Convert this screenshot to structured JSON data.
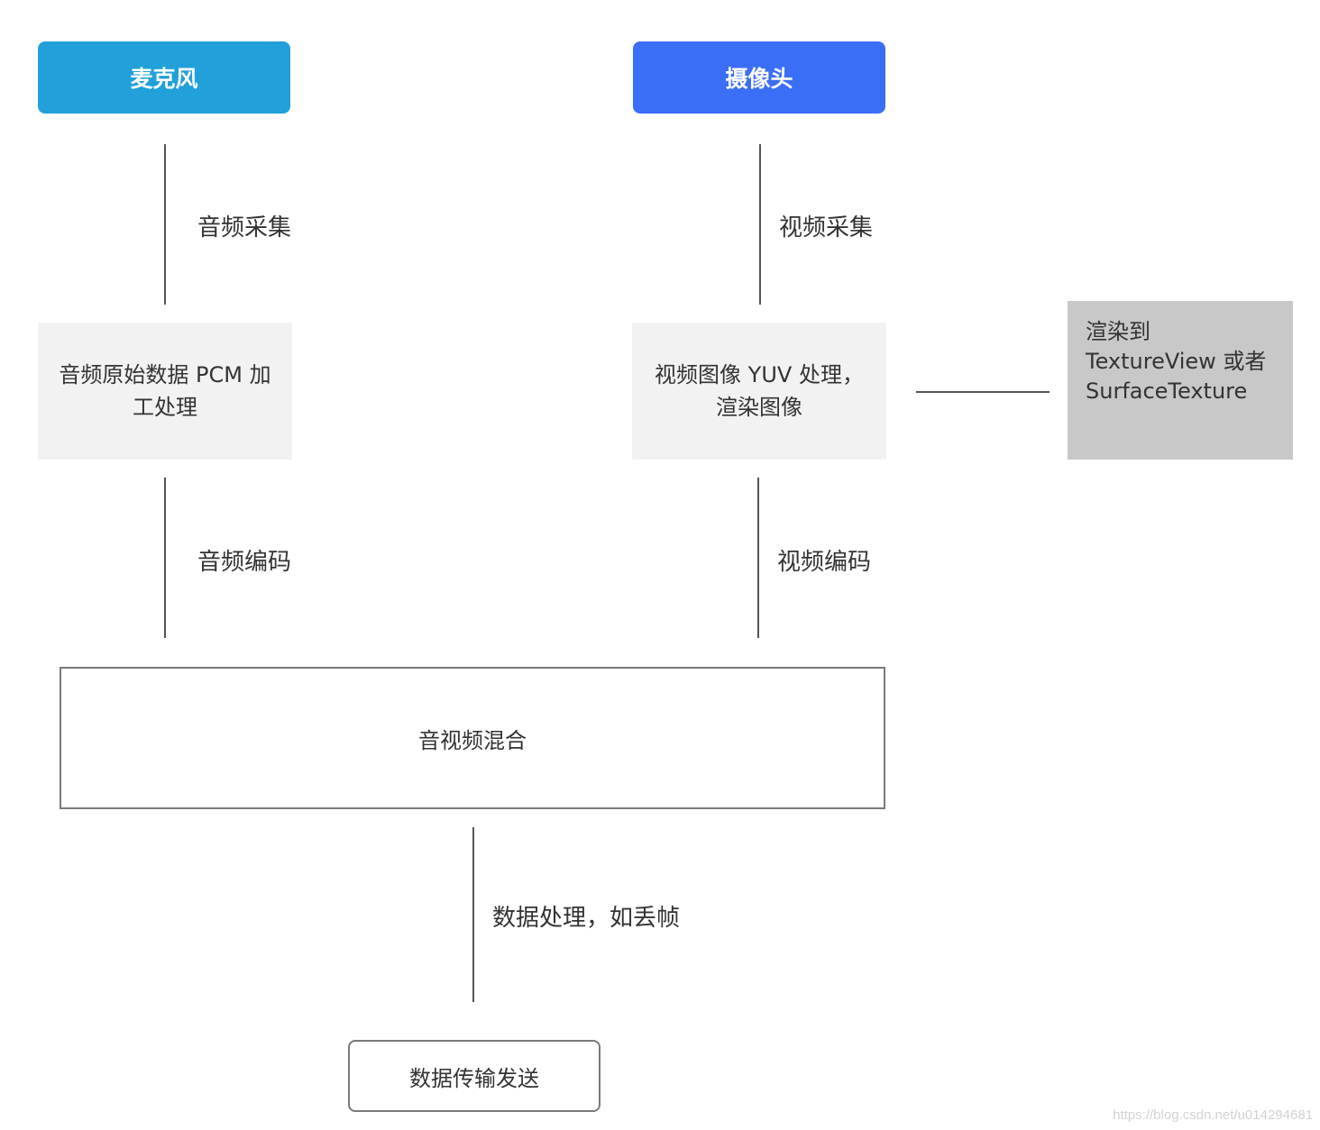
{
  "nodes": {
    "microphone": "麦克风",
    "camera": "摄像头",
    "audio_process_line1": "音频原始数据 PCM 加",
    "audio_process_line2": "工处理",
    "video_process_line1": "视频图像 YUV 处理，",
    "video_process_line2": "渲染图像",
    "render_note_line1": "渲染到",
    "render_note_line2": "TextureView 或者",
    "render_note_line3": "SurfaceTexture",
    "mux": "音视频混合",
    "transmit": "数据传输发送"
  },
  "edges": {
    "audio_capture": "音频采集",
    "video_capture": "视频采集",
    "audio_encode": "音频编码",
    "video_encode": "视频编码",
    "data_process": "数据处理，如丢帧"
  },
  "watermark": "https://blog.csdn.net/u014294681",
  "colors": {
    "microphone": "#22a0da",
    "camera": "#3a6ef7",
    "process_fill": "#f2f2f2",
    "note_fill": "#c8c8c8"
  }
}
